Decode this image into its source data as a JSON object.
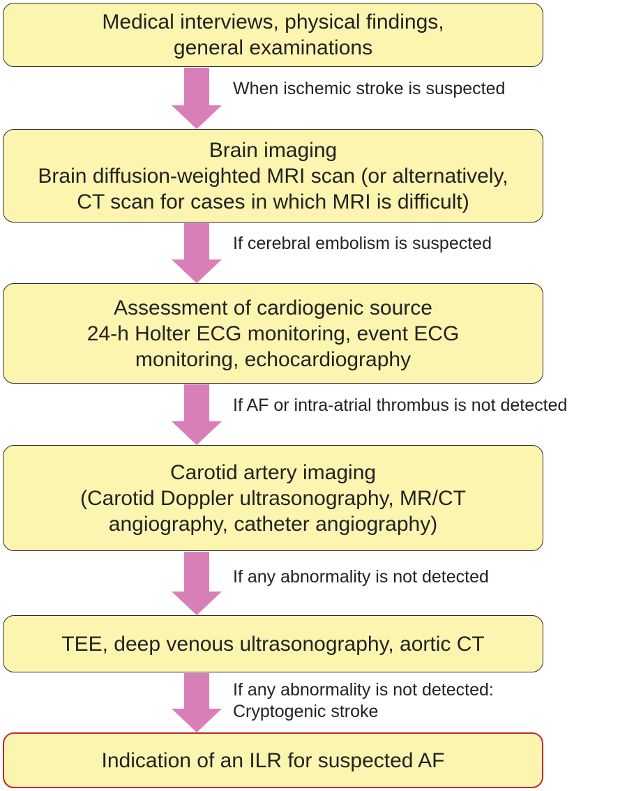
{
  "colors": {
    "box_fill": "#fbf5b0",
    "box_border": "#2a2a2a",
    "final_border": "#c4262e",
    "arrow": "#d97fb7"
  },
  "steps": [
    {
      "lines": [
        "Medical interviews, physical findings,",
        "general examinations"
      ]
    },
    {
      "lines": [
        "Brain imaging",
        "Brain diffusion-weighted MRI scan (or alternatively,",
        "CT scan for cases in which MRI is difficult)"
      ]
    },
    {
      "lines": [
        "Assessment of cardiogenic source",
        "24-h Holter ECG monitoring, event ECG",
        "monitoring, echocardiography"
      ]
    },
    {
      "lines": [
        "Carotid artery imaging",
        "(Carotid Doppler ultrasonography, MR/CT",
        "angiography, catheter angiography)"
      ]
    },
    {
      "lines": [
        "TEE, deep venous ultrasonography, aortic CT"
      ]
    },
    {
      "lines": [
        "Indication of an ILR for suspected AF"
      ]
    }
  ],
  "conditions": [
    {
      "lines": [
        "When ischemic stroke is suspected"
      ]
    },
    {
      "lines": [
        "If cerebral embolism is suspected"
      ]
    },
    {
      "lines": [
        "If AF or intra-atrial thrombus is not detected"
      ]
    },
    {
      "lines": [
        "If any abnormality is not detected"
      ]
    },
    {
      "lines": [
        "If any abnormality is not detected:",
        "Cryptogenic stroke"
      ]
    }
  ]
}
